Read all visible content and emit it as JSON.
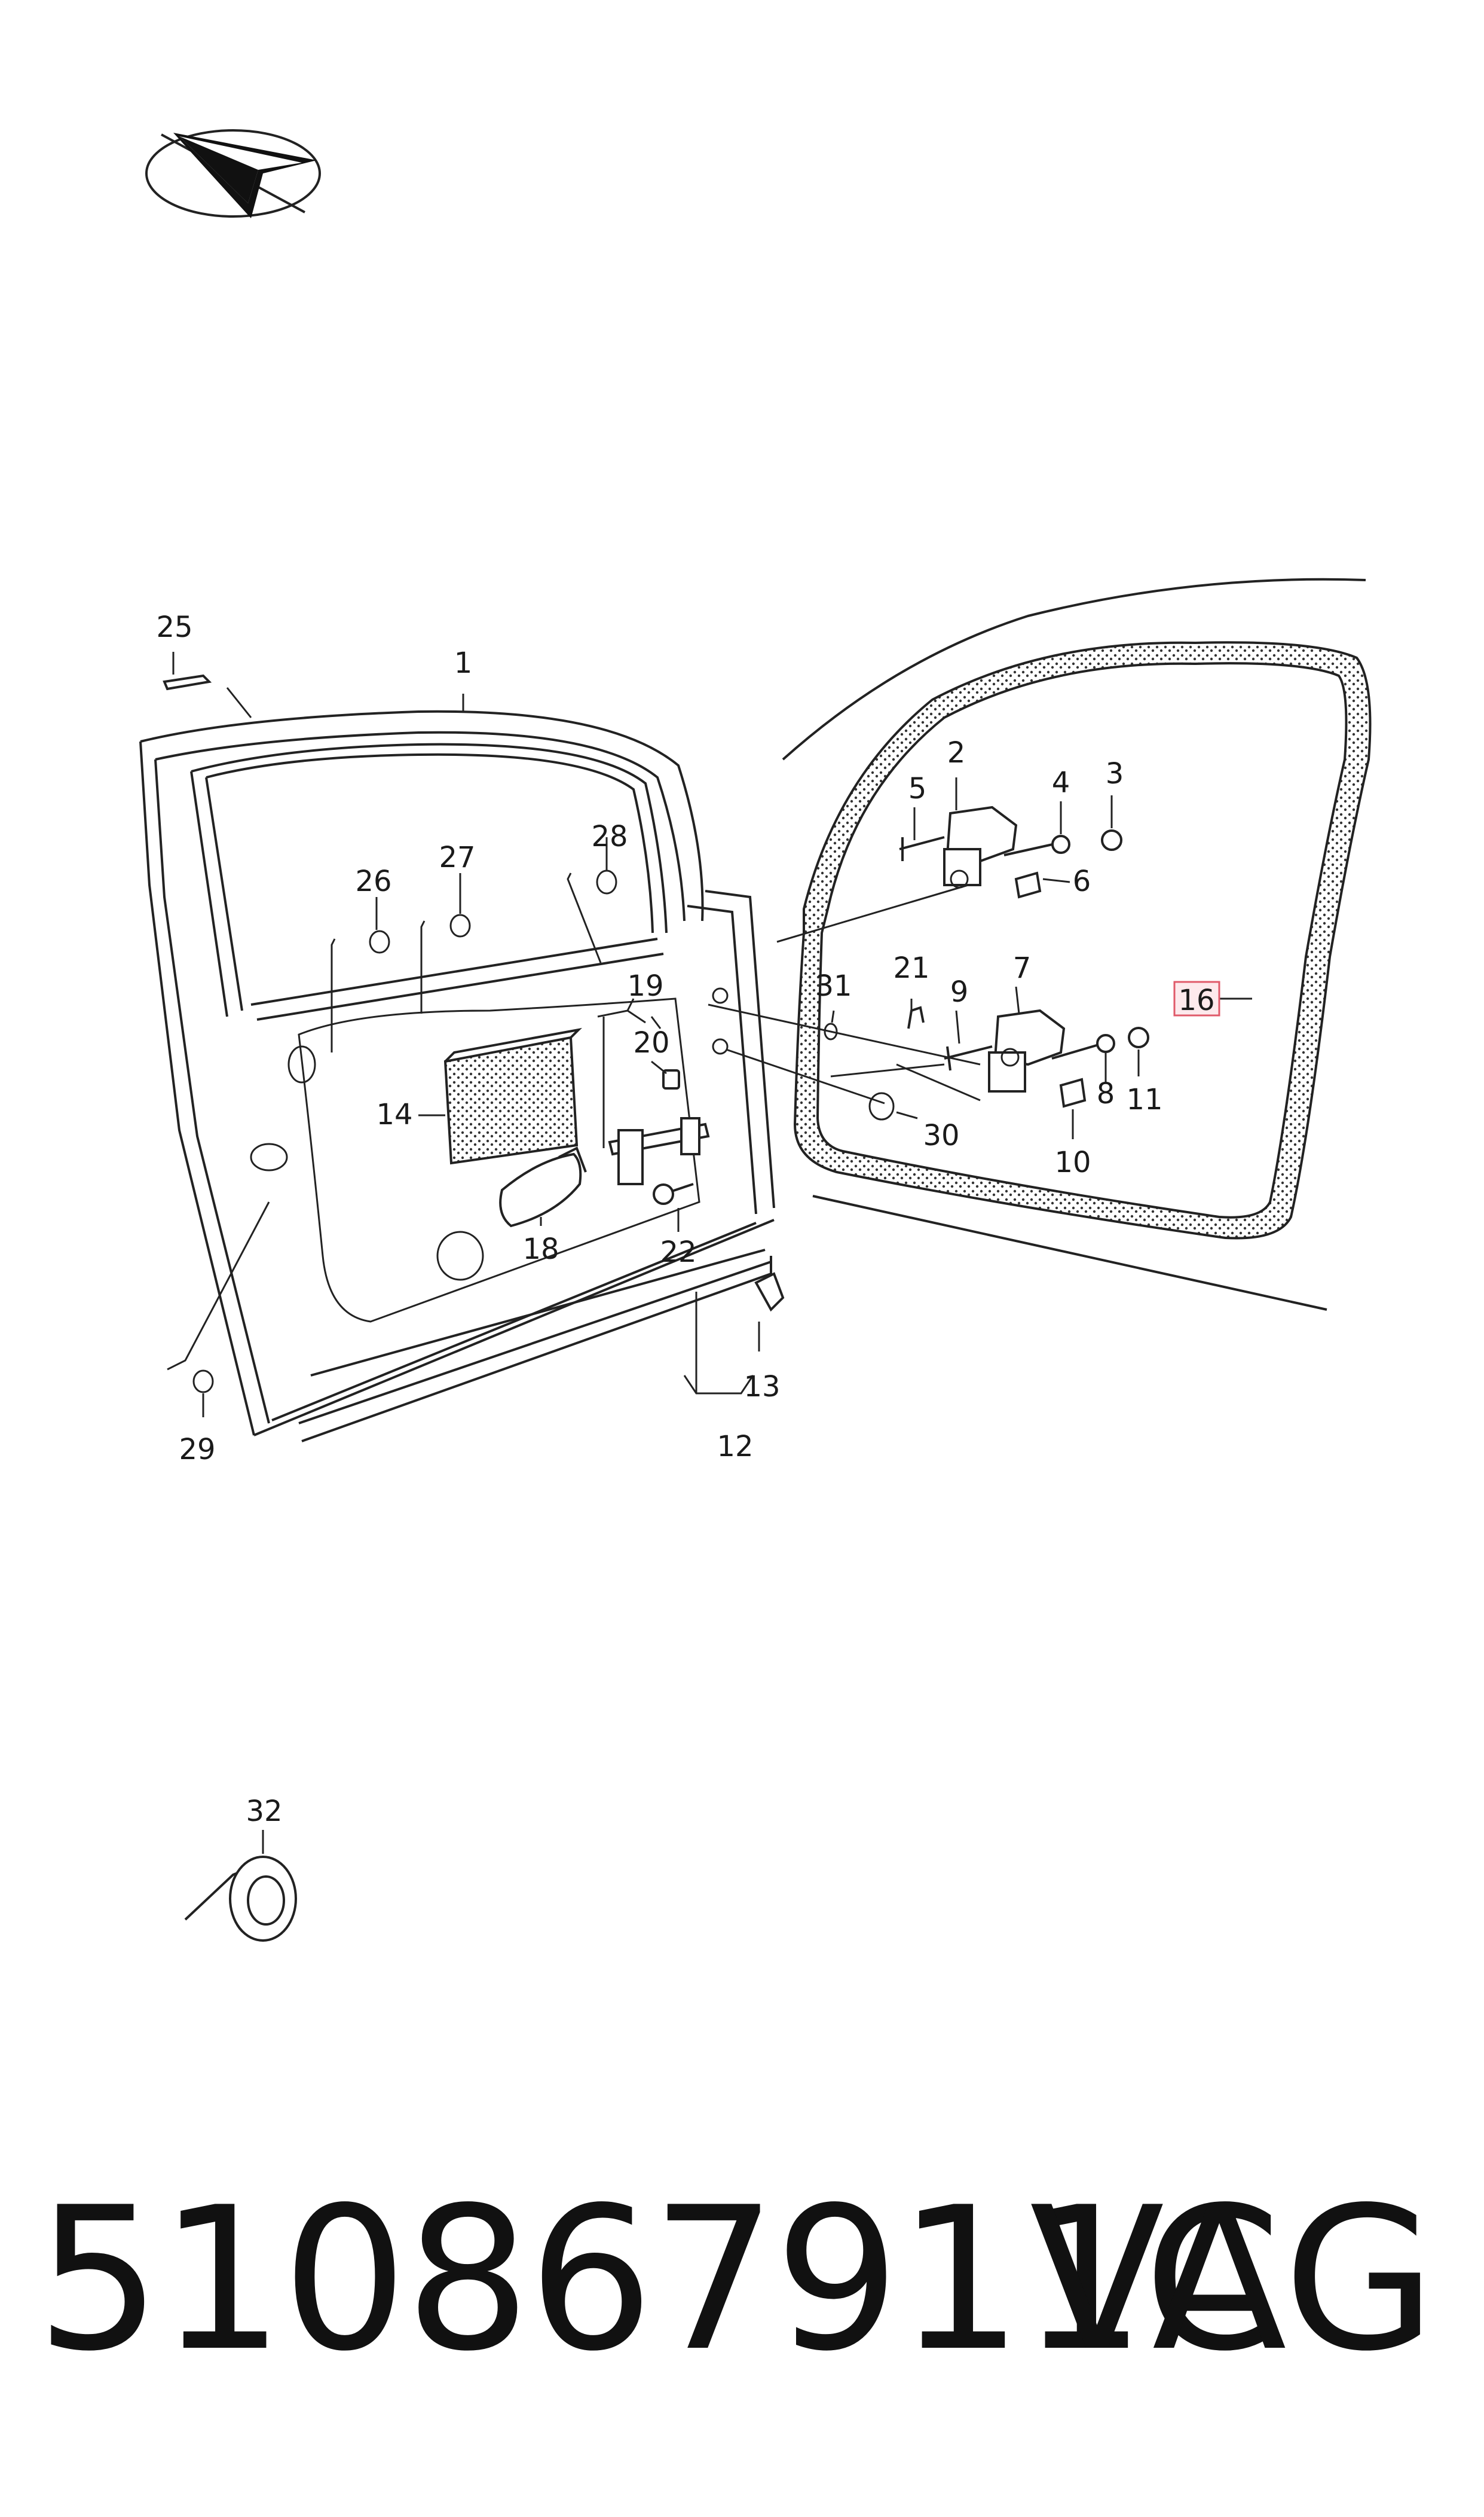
{
  "diagram": {
    "callouts": [
      "1",
      "2",
      "3",
      "4",
      "5",
      "6",
      "7",
      "8",
      "9",
      "10",
      "11",
      "12",
      "13",
      "14",
      "16",
      "18",
      "19",
      "20",
      "21",
      "22",
      "25",
      "26",
      "27",
      "28",
      "29",
      "30",
      "31",
      "32"
    ],
    "highlighted_callout": "16",
    "highlight_color": "#e05a6a"
  },
  "footer": {
    "part_number": "510867911C",
    "brand": "VAG"
  },
  "icons": {
    "logo": "paper-plane-crossed-logo"
  }
}
